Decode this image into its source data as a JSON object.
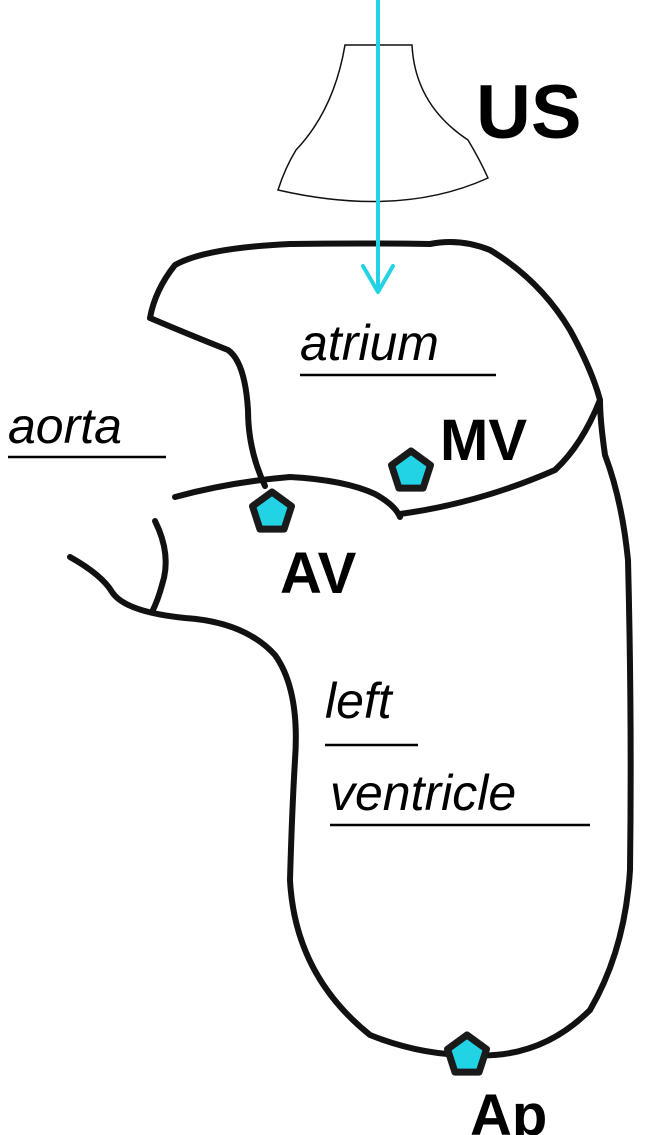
{
  "labels": {
    "us": "US",
    "atrium": "atrium",
    "aorta": "aorta",
    "mv": "MV",
    "av": "AV",
    "left": "left",
    "ventricle": "ventricle",
    "ap": "Ap"
  },
  "colors": {
    "beam": "#22d3e6",
    "marker_fill": "#22d3e6",
    "marker_stroke": "#1a1a1a",
    "outline": "#111111"
  }
}
